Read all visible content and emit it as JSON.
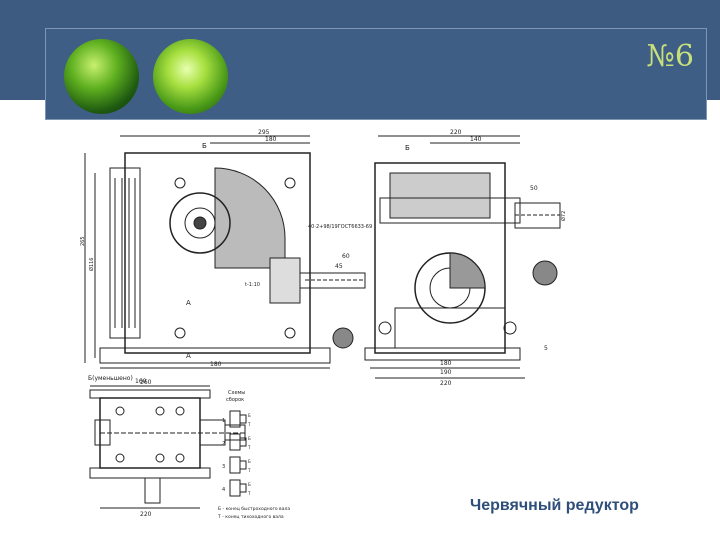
{
  "slide": {
    "number": "№6",
    "caption": "Червячный редуктор"
  },
  "drawing": {
    "dimensions": [
      "295",
      "180",
      "220",
      "140",
      "50",
      "40·2+98/19ГОСТ6633-69",
      "t-1:10",
      "265",
      "Ø116",
      "Ø72",
      "180",
      "180",
      "160",
      "190",
      "220",
      "260",
      "220",
      "60",
      "45",
      "5"
    ],
    "view_labels": [
      "Б",
      "Б",
      "А",
      "А",
      "Б(уменьшено)"
    ],
    "assembly_title": [
      "Схемы",
      "сборок"
    ],
    "assembly_numbers": [
      "1",
      "2",
      "3",
      "4"
    ],
    "assembly_letters": [
      "Б",
      "Т",
      "Б",
      "Т",
      "Б",
      "Т",
      "Б",
      "Т"
    ],
    "legend": [
      "Б - конец быстроходного вала",
      "Т - конец тихоходного вала"
    ]
  },
  "colors": {
    "band": "#3d5a80",
    "panel": "#3f5e86",
    "number": "#c8e07a",
    "caption": "#2f4f7a"
  }
}
